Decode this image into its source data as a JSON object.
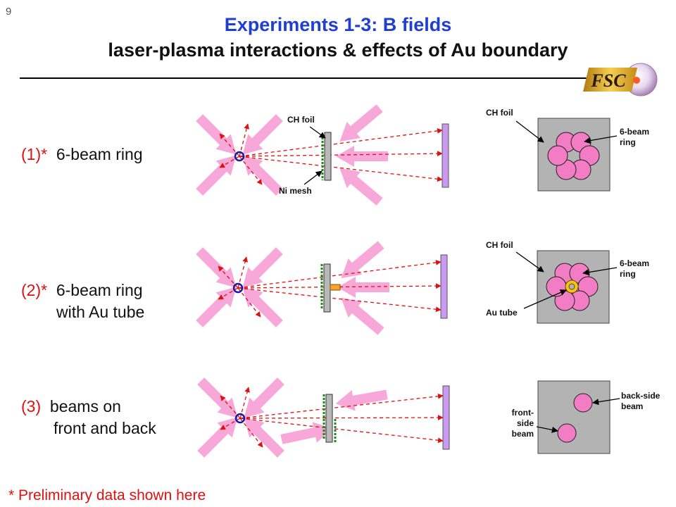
{
  "slide_number": "9",
  "title": {
    "line1": "Experiments 1-3:  B fields",
    "line2": "laser-plasma interactions & effects of Au boundary"
  },
  "logo": {
    "text": "FSC"
  },
  "rows": [
    {
      "num": "(1)*",
      "text": "6-beam ring",
      "text2": ""
    },
    {
      "num": "(2)*",
      "text": "6-beam ring",
      "text2": "with Au tube"
    },
    {
      "num": "(3)",
      "text": "beams on",
      "text2": "front and back"
    }
  ],
  "labels": {
    "ch_foil": "CH foil",
    "ni_mesh": "Ni mesh",
    "ch_foil_top": "CH foil",
    "six_beam_ring_1": "6-beam",
    "six_beam_ring_1b": "ring",
    "ch_foil_mid": "CH foil",
    "six_beam_ring_2": "6-beam",
    "six_beam_ring_2b": "ring",
    "au_tube": "Au tube",
    "back_side_beam": "back-side",
    "back_side_beam_b": "beam",
    "front_side_beam": "front-",
    "front_side_beam_b": "side",
    "front_side_beam_c": "beam"
  },
  "footnote": "* Preliminary data shown here",
  "colors": {
    "title_blue": "#1f3fd0",
    "red": "#e01010",
    "beam_pink": "#f7a8d8",
    "foil_gray": "#b8b8b8",
    "mesh_green": "#1a8a1a",
    "detector_purple": "#c99af0",
    "spot_pink": "#f37dc4",
    "au_gold": "#f5c518"
  }
}
